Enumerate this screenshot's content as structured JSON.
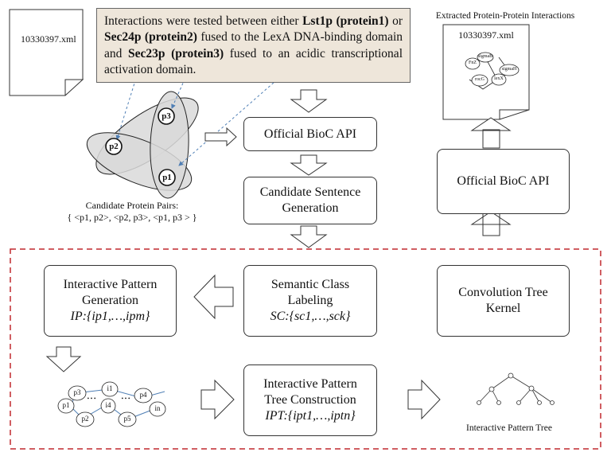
{
  "input_doc": {
    "filename": "10330397.xml"
  },
  "callout": {
    "t1": "Interactions were tested between either ",
    "b1": "Lst1p (protein1)",
    "t2": " or ",
    "b2": "Sec24p (protein2)",
    "t3": " fused to  the LexA DNA-binding domain and ",
    "b3": "Sec23p (protein3)",
    "t4": " fused to an acidic transcriptional activation domain."
  },
  "protein_nodes": {
    "p1": "p1",
    "p2": "p2",
    "p3": "p3"
  },
  "candidate_pairs": {
    "title": "Candidate Protein Pairs:",
    "pairs": "{ <p1, p2>, <p2, p3>, <p1, p3 > }"
  },
  "output": {
    "title": "Extracted Protein-Protein Interactions",
    "filename": "10330397.xml",
    "graph_nodes": [
      "FnZ",
      "sigmaB",
      "sigmaH",
      "lexX",
      "rocG"
    ]
  },
  "boxes": {
    "bioc_api_left": "Official BioC API",
    "candidate_sentence": {
      "line1": "Candidate Sentence",
      "line2": "Generation"
    },
    "bioc_api_right": "Official BioC API",
    "interactive_pattern": {
      "line1": "Interactive Pattern",
      "line2": "Generation",
      "formula": "IP:{ip1,…,ipm}"
    },
    "semantic_class": {
      "line1": "Semantic Class",
      "line2": "Labeling",
      "formula": "SC:{sc1,…,sck}"
    },
    "convolution_tree": {
      "line1": "Convolution Tree",
      "line2": "Kernel"
    },
    "ipt_construction": {
      "line1": "Interactive Pattern",
      "line2": "Tree Construction",
      "formula": "IPT:{ipt1,…,iptn}"
    }
  },
  "pattern_graph": {
    "nodes": [
      "p3",
      "i1",
      "p4",
      "p1",
      "i4",
      "in",
      "p2",
      "p5"
    ],
    "dots": "• • •"
  },
  "tree_label": "Interactive  Pattern Tree",
  "colors": {
    "dashed_border": "#c0282e",
    "callout_bg": "#eee6da",
    "ellipse_fill": "#d9d9d9",
    "link_blue": "#4f7fb5"
  }
}
